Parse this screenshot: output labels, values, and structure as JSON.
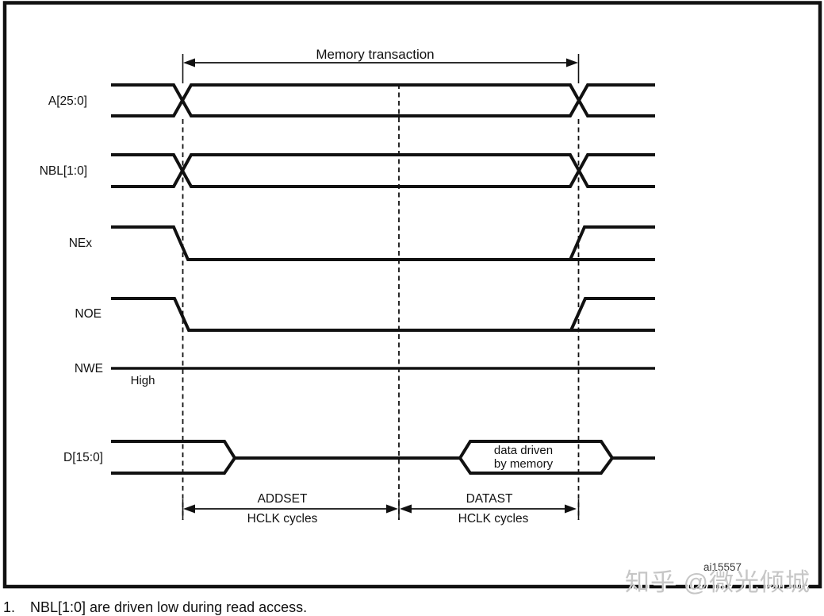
{
  "colors": {
    "line": "#111111",
    "background": "#ffffff",
    "watermark": "#c6c6c6",
    "figure_id_color": "#3d3d3d"
  },
  "diagram": {
    "span_label": "Memory transaction",
    "signals": [
      {
        "label": "A[25:0]"
      },
      {
        "label": "NBL[1:0]"
      },
      {
        "label": "NEx"
      },
      {
        "label": "NOE"
      },
      {
        "label": "NWE",
        "state_note": "High"
      },
      {
        "label": "D[15:0]"
      }
    ],
    "data_phase_annotation": {
      "line1": "data driven",
      "line2": "by memory"
    },
    "timing_phases": [
      {
        "name": "ADDSET",
        "unit": "HCLK cycles"
      },
      {
        "name": "DATAST",
        "unit": "HCLK cycles"
      }
    ],
    "figure_id": "ai15557"
  },
  "watermark": {
    "text": "知乎 @微光倾城"
  },
  "footnote": {
    "number": "1.",
    "text": "NBL[1:0] are driven low during read access."
  }
}
